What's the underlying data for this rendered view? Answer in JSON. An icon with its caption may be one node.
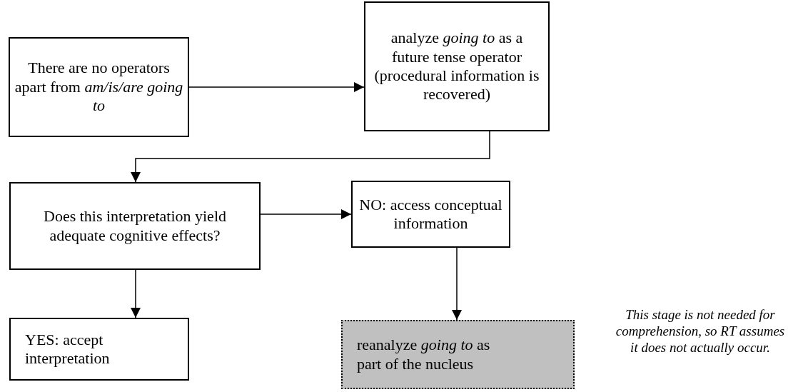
{
  "diagram": {
    "nodes": [
      {
        "text": [
          "There are no operators apart from *am/is/are going to*"
        ]
      },
      {
        "text": [
          "analyze *going to* as a future tense operator (procedural information is recovered)"
        ]
      },
      {
        "text": [
          "Does this interpretation yield adequate cognitive effects?"
        ]
      },
      {
        "text": [
          "NO: access conceptual information"
        ]
      },
      {
        "text": [
          "YES: accept interpretation"
        ]
      },
      {
        "text": [
          "reanalyze *going to* as part of the nucleus"
        ]
      }
    ],
    "edges": [
      {
        "from": 0,
        "to": 1,
        "arrow": "to"
      },
      {
        "from": 1,
        "to": 2,
        "arrow": "to"
      },
      {
        "from": 2,
        "to": 3,
        "arrow": "to"
      },
      {
        "from": 2,
        "to": 4,
        "arrow": "to"
      },
      {
        "from": 3,
        "to": 5,
        "arrow": "to"
      }
    ],
    "labels": [
      "This stage is not needed for comprehension, so RT assumes it does not actually occur."
    ]
  }
}
